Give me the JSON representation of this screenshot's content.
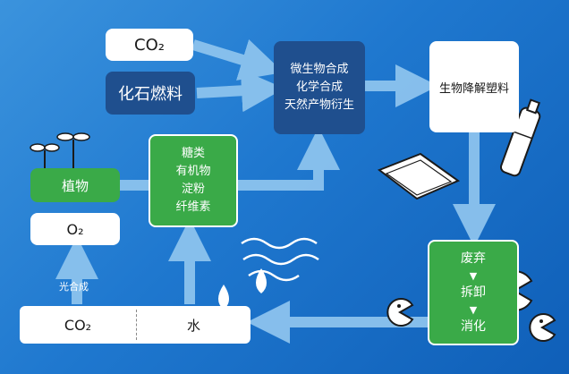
{
  "diagram": {
    "co2_top": "CO₂",
    "fossil_fuel": "化石燃料",
    "synthesis": [
      "微生物合成",
      "化学合成",
      "天然产物衍生"
    ],
    "biodegradable_plastic": "生物降解塑料",
    "plant": "植物",
    "sugars": [
      "糖类",
      "有机物",
      "淀粉",
      "纤维素"
    ],
    "o2": "O₂",
    "photosynthesis": "光合成",
    "co2_bottom": "CO₂",
    "water": "水",
    "degradation_steps": [
      "废弃",
      "▼",
      "拆卸",
      "▼",
      "消化"
    ]
  },
  "colors": {
    "background": "#1f78cf",
    "navy_box": "#1f4f8e",
    "green_box": "#3aaa48",
    "arrow": "#8cc3ee"
  }
}
